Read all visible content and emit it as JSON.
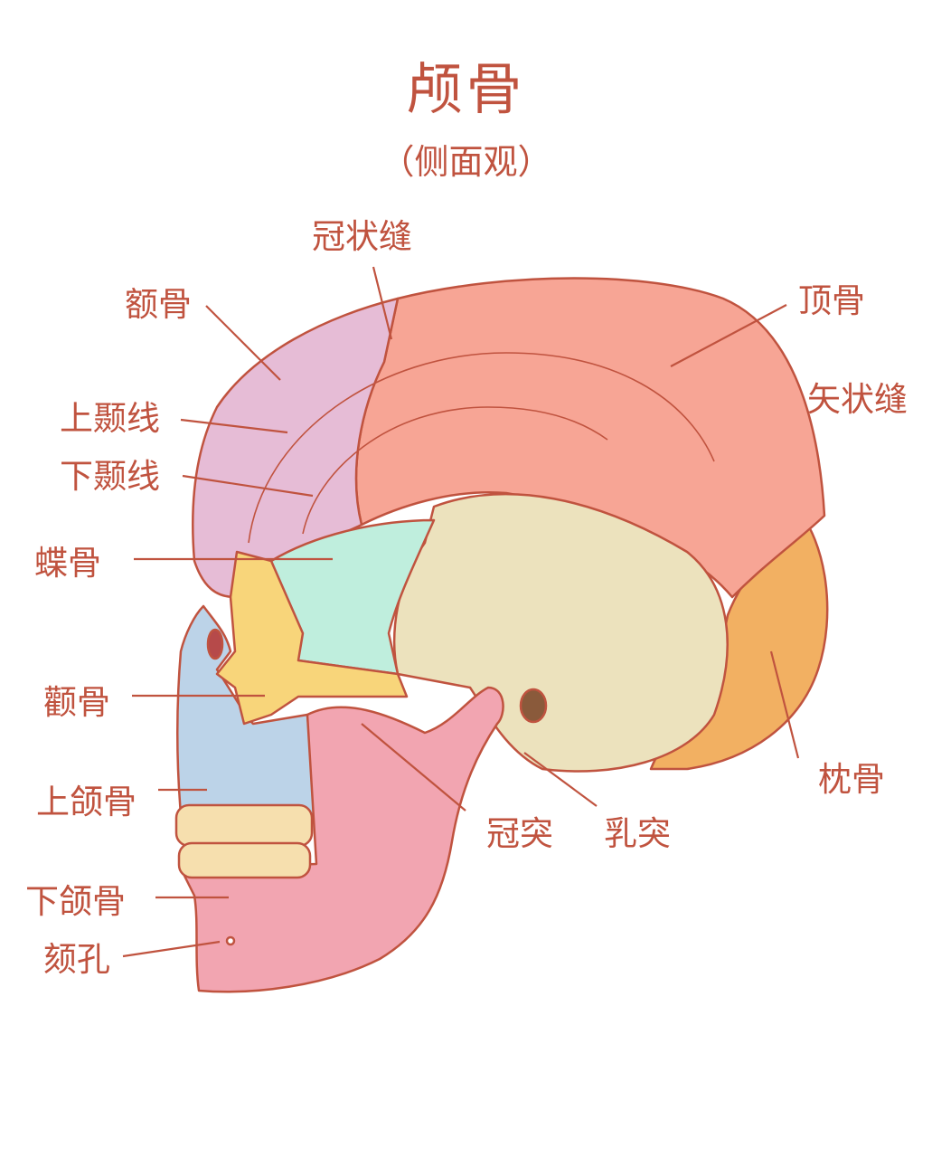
{
  "title": "颅骨",
  "subtitle": "（侧面观）",
  "colors": {
    "text": "#c0533f",
    "outline": "#c0533f",
    "frontal": "#e6bcd6",
    "parietal": "#f7a595",
    "temporal": "#ece2bd",
    "sphenoid": "#bfeedd",
    "zygomatic": "#f8d57a",
    "maxilla": "#bcd3e8",
    "mandible": "#f2a5b1",
    "occipital": "#f2b062",
    "teeth": "#f6dfae"
  },
  "labels": {
    "coronal_suture": "冠状缝",
    "frontal_bone": "额骨",
    "parietal_bone": "顶骨",
    "sagittal_suture": "矢状缝",
    "superior_temporal_line": "上颞线",
    "inferior_temporal_line": "下颞线",
    "sphenoid_bone": "蝶骨",
    "zygomatic_bone": "颧骨",
    "maxilla": "上颌骨",
    "mandible": "下颌骨",
    "mental_foramen": "颏孔",
    "coronoid_process": "冠突",
    "mastoid_process": "乳突",
    "occipital_bone": "枕骨"
  }
}
